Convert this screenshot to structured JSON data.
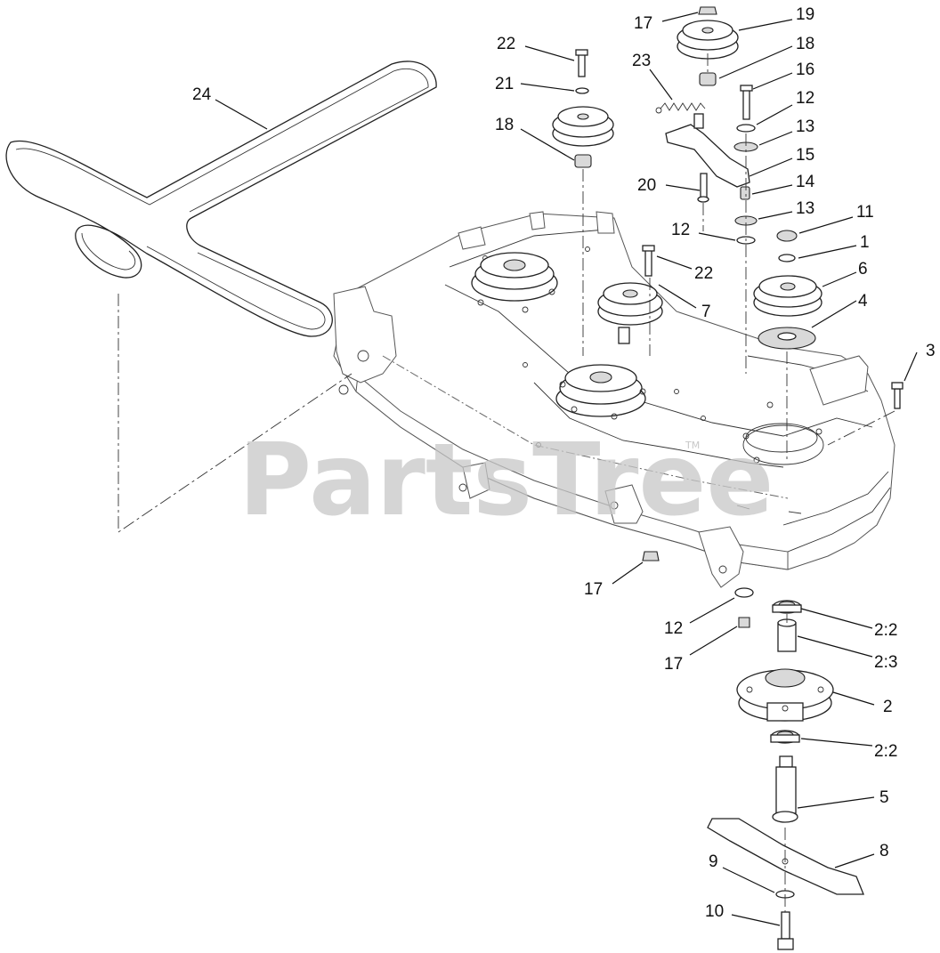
{
  "watermark": {
    "text": "PartsTree",
    "trademark": "TM"
  },
  "callouts": [
    {
      "id": "c17a",
      "label": "17"
    },
    {
      "id": "c19",
      "label": "19"
    },
    {
      "id": "c22a",
      "label": "22"
    },
    {
      "id": "c18a",
      "label": "18"
    },
    {
      "id": "c23",
      "label": "23"
    },
    {
      "id": "c16",
      "label": "16"
    },
    {
      "id": "c21",
      "label": "21"
    },
    {
      "id": "c12a",
      "label": "12"
    },
    {
      "id": "c24",
      "label": "24"
    },
    {
      "id": "c13a",
      "label": "13"
    },
    {
      "id": "c18b",
      "label": "18"
    },
    {
      "id": "c15",
      "label": "15"
    },
    {
      "id": "c20",
      "label": "20"
    },
    {
      "id": "c14",
      "label": "14"
    },
    {
      "id": "c11",
      "label": "11"
    },
    {
      "id": "c13b",
      "label": "13"
    },
    {
      "id": "c12b",
      "label": "12"
    },
    {
      "id": "c1",
      "label": "1"
    },
    {
      "id": "c6",
      "label": "6"
    },
    {
      "id": "c22b",
      "label": "22"
    },
    {
      "id": "c4",
      "label": "4"
    },
    {
      "id": "c7",
      "label": "7"
    },
    {
      "id": "c3",
      "label": "3"
    },
    {
      "id": "c17b",
      "label": "17"
    },
    {
      "id": "c22c",
      "label": "2:2"
    },
    {
      "id": "c12c",
      "label": "12"
    },
    {
      "id": "c23b",
      "label": "2:3"
    },
    {
      "id": "c17c",
      "label": "17"
    },
    {
      "id": "c2",
      "label": "2"
    },
    {
      "id": "c22d",
      "label": "2:2"
    },
    {
      "id": "c5",
      "label": "5"
    },
    {
      "id": "c8",
      "label": "8"
    },
    {
      "id": "c9",
      "label": "9"
    },
    {
      "id": "c10",
      "label": "10"
    }
  ]
}
